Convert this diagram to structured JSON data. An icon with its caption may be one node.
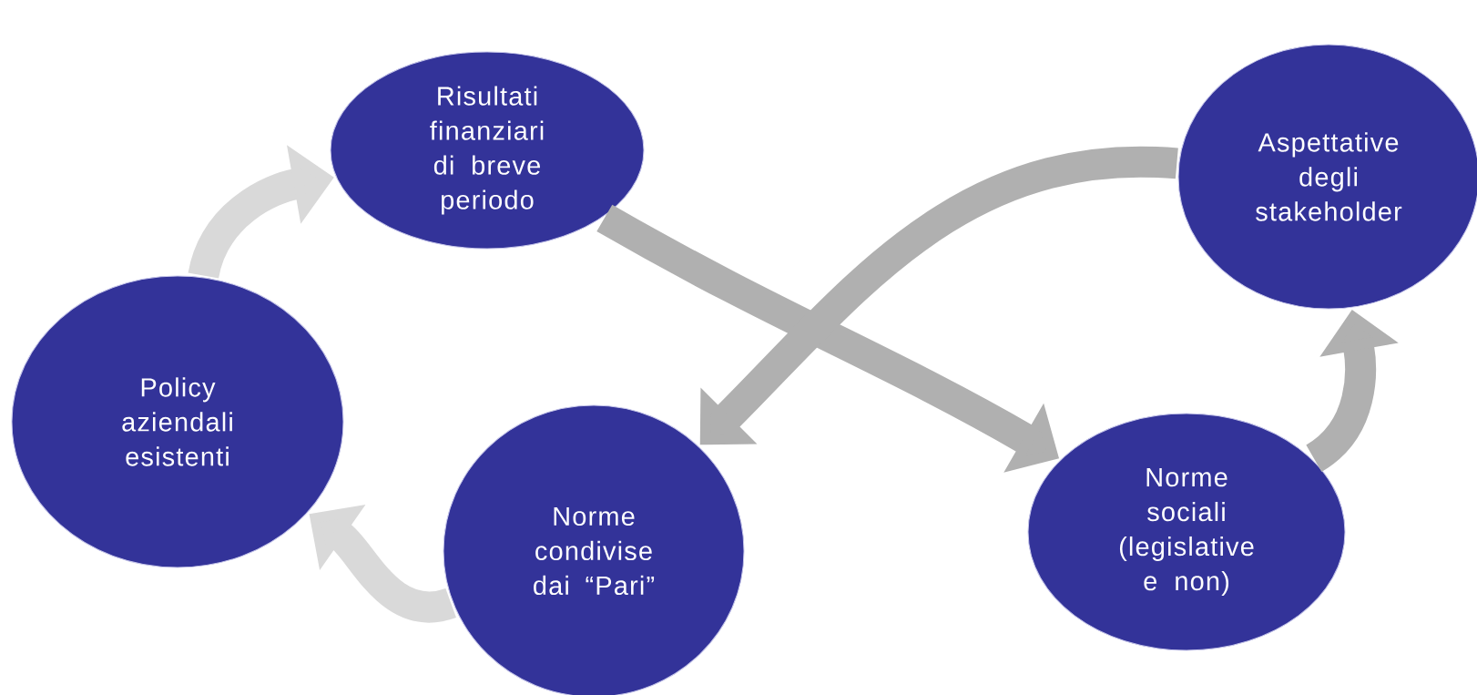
{
  "diagram": {
    "nodes": [
      {
        "text": [
          "Risultati finanziari di breve periodo"
        ]
      },
      {
        "text": [
          "Aspettative degli stakeholder"
        ]
      },
      {
        "text": [
          "Policy aziendali esistenti"
        ]
      },
      {
        "text": [
          "Norme condivise dai “Pari”"
        ]
      },
      {
        "text": [
          "Norme sociali (legislative e non)"
        ]
      }
    ],
    "edges": [
      {
        "from": 2,
        "to": 0,
        "arrow": "to",
        "color": "#d9d9d9"
      },
      {
        "from": 0,
        "to": 4,
        "arrow": "to"
      },
      {
        "from": 4,
        "to": 1,
        "arrow": "to"
      },
      {
        "from": 1,
        "to": 3,
        "arrow": "to"
      },
      {
        "from": 3,
        "to": 2,
        "arrow": "to",
        "color": "#d9d9d9"
      }
    ]
  }
}
